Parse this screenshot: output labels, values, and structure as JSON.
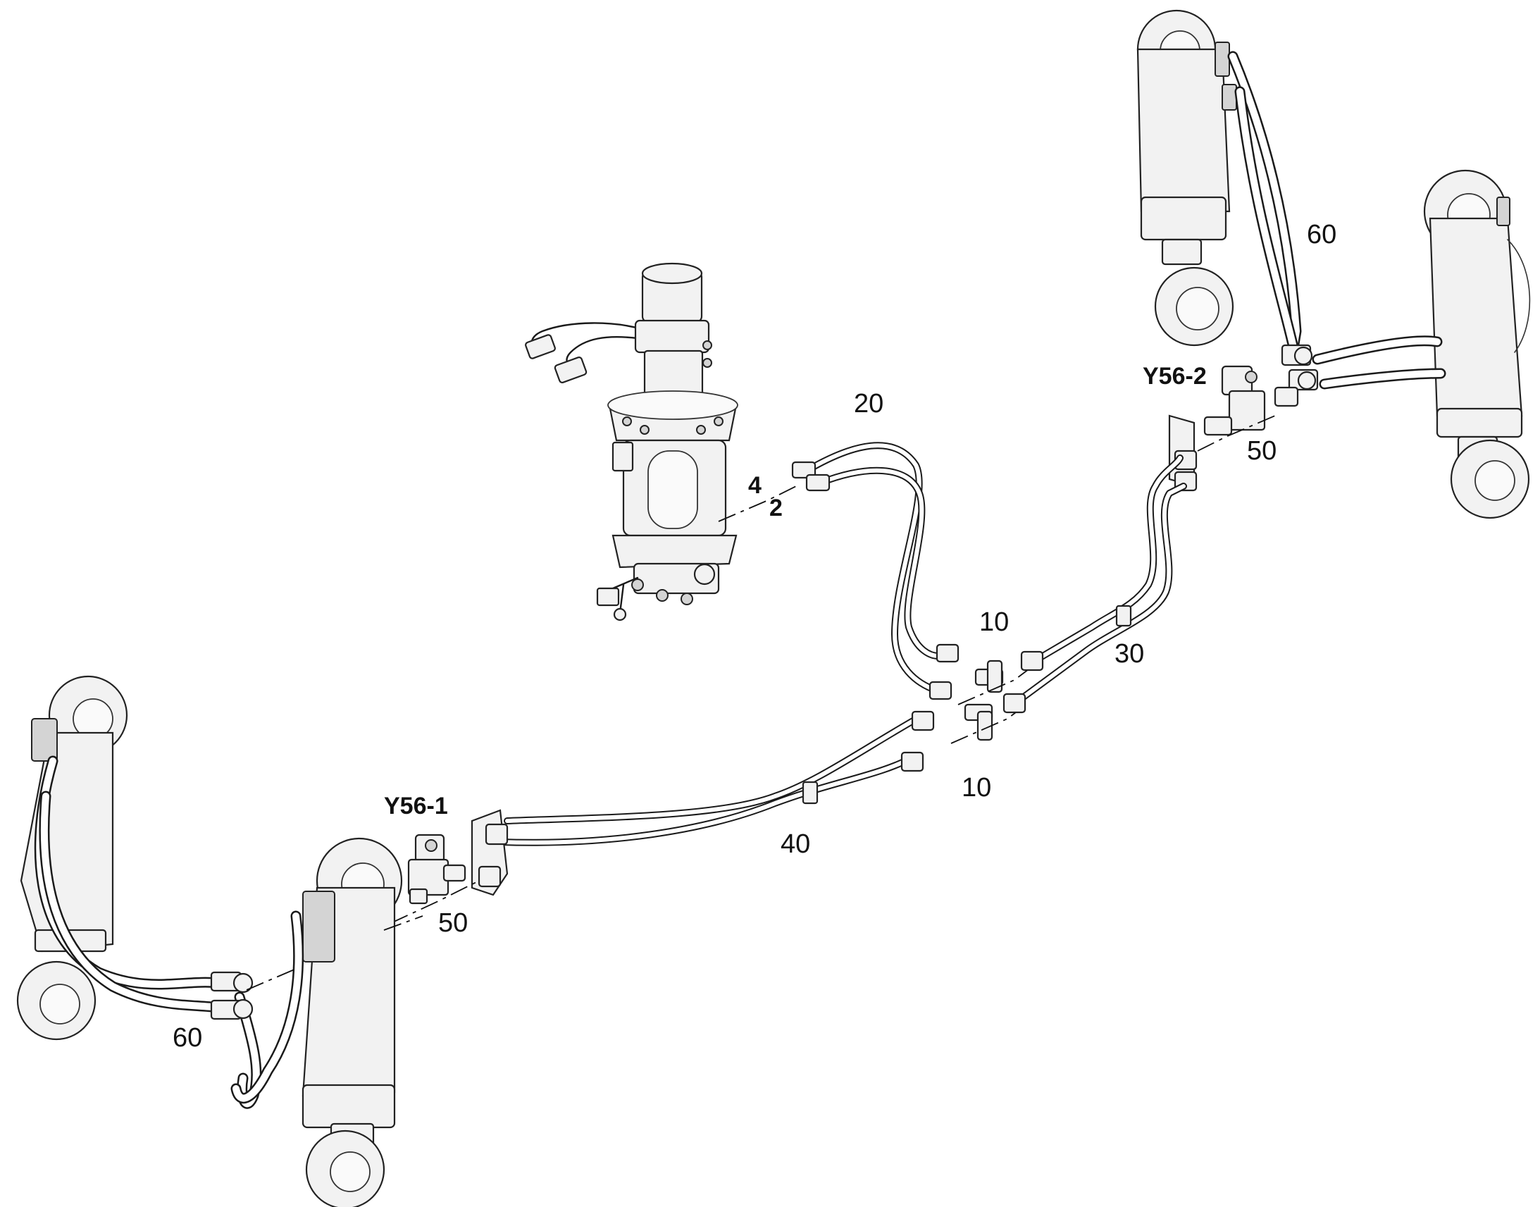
{
  "labels": {
    "hose_upper": "60",
    "hose_lower": "60",
    "valve_upper": "Y56-2",
    "valve_lower": "Y56-1",
    "valve_upper_item": "50",
    "valve_lower_item": "50",
    "port_4": "4",
    "port_2": "2",
    "pipe_20": "20",
    "pipe_30": "30",
    "pipe_40": "40",
    "tee_upper": "10",
    "tee_lower": "10"
  },
  "icons": {
    "cylinder": "hydraulic-cylinder-icon",
    "valve": "solenoid-valve-icon",
    "motor": "steering-motor-icon",
    "tee": "tee-fitting-icon"
  },
  "colors": {
    "line": "#1a1a1a",
    "part_fill": "#f2f2f2",
    "background": "#ffffff"
  }
}
